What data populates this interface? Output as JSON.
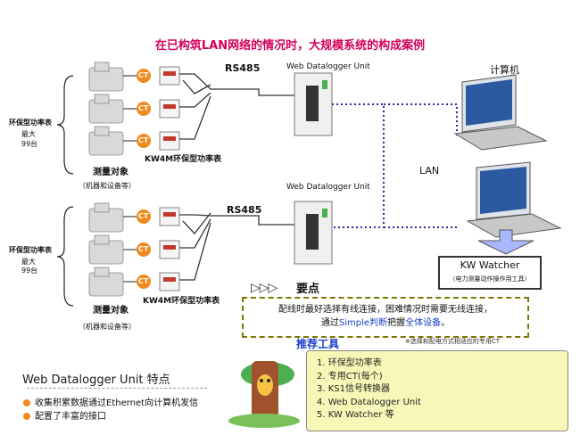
{
  "title": "在已构筑LAN网络的情况时，大规模系统的构成案例",
  "group1": {
    "meter_label": "环保型功率表",
    "max_label": "最大",
    "count_label": "99台",
    "rs485": "RS485",
    "logger": "Web Datalogger Unit",
    "kw4m": "KW4M环保型功率表",
    "target": "测量对象",
    "target_sub": "（机器和设备等）"
  },
  "group2": {
    "meter_label": "环保型功率表",
    "max_label": "最大",
    "count_label": "99台",
    "rs485": "RS485",
    "logger": "Web Datalogger Unit",
    "kw4m": "KW4M环保型功率表",
    "target": "测量对象",
    "target_sub": "（机器和设备等）"
  },
  "ct_label": "CT",
  "computer": "计算机",
  "lan": "LAN",
  "kw_watcher": {
    "name": "KW Watcher",
    "sub": "（电力测量动作操作用工具）"
  },
  "key_point": {
    "arrows": "▷▷▷",
    "title": "要点",
    "line1": "配线时最好选择有线连接，困难情况时需要无线连接，",
    "line2_prefix": "通过",
    "line2_simple": "Simple",
    "line2_mid": "判断",
    "line2_mid2": "把握",
    "line2_all": "全体设备",
    "line2_end": "。"
  },
  "recommended": {
    "title": "推荐工具",
    "note": "※选择和配电方式相适应的专用CT",
    "items": [
      "1. 环保型功率表",
      "2. 专用CT(每个)",
      "3. KS1信号转换器",
      "4. Web Datalogger Unit",
      "5. KW Watcher 等"
    ]
  },
  "features": {
    "title": "Web Datalogger Unit 特点",
    "items": [
      "收集积累数据通过Ethernet向计算机发信",
      "配置了丰富的接口"
    ]
  },
  "colors": {
    "title": "#d4005c",
    "lan_line": "#2a2aa8",
    "ct_badge": "#f08a1e",
    "tool_box": "#f7f7b8",
    "key_border": "#7a7a00"
  }
}
